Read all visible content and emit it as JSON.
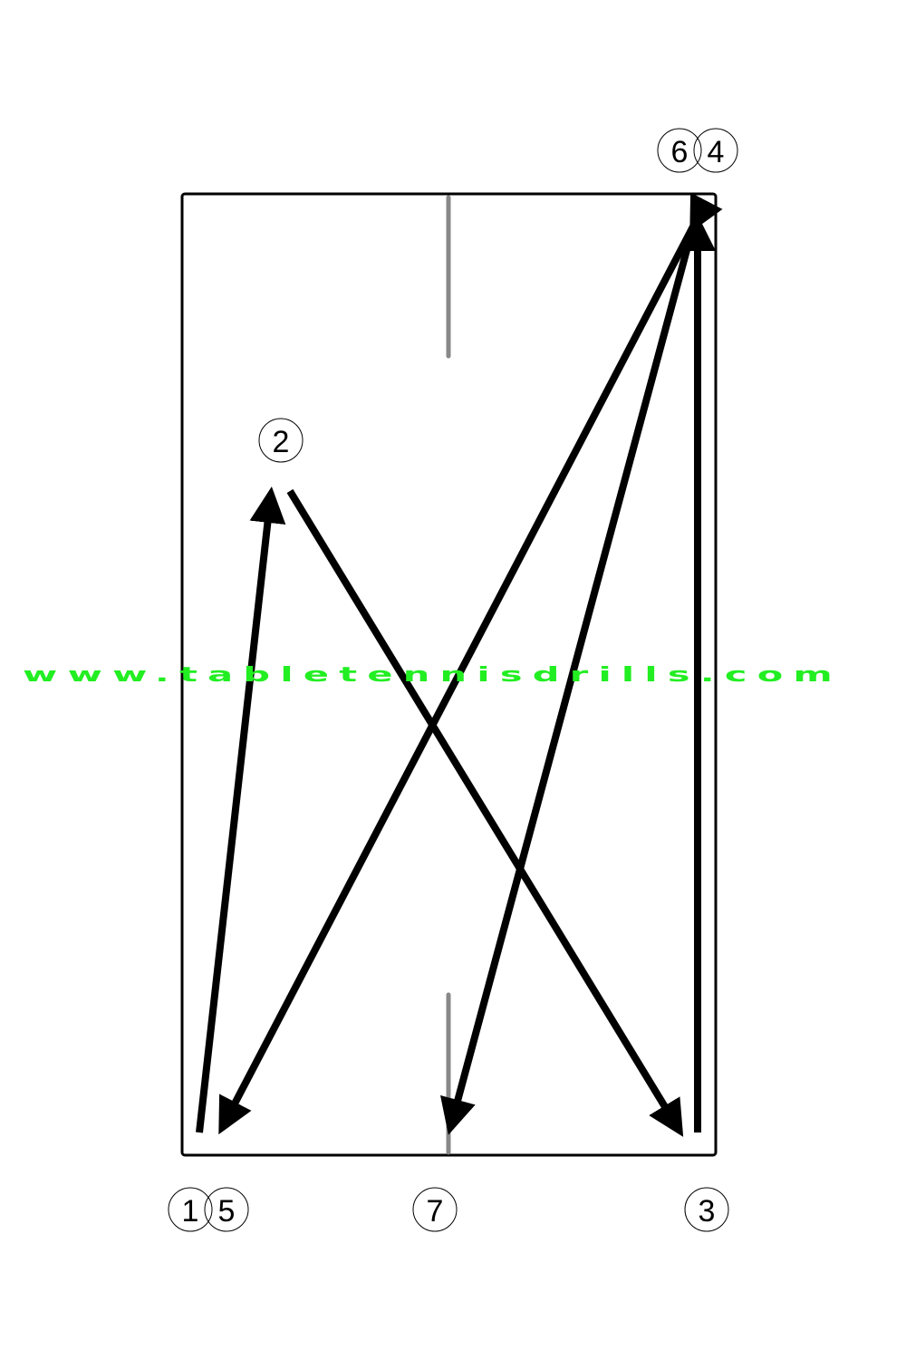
{
  "diagram": {
    "watermark": "www.tabletennisdrills.com",
    "colors": {
      "line": "#000000",
      "net": "#888888",
      "watermark": "#22ee22"
    },
    "positions": [
      {
        "label": "1"
      },
      {
        "label": "2"
      },
      {
        "label": "3"
      },
      {
        "label": "4"
      },
      {
        "label": "5"
      },
      {
        "label": "6"
      },
      {
        "label": "7"
      }
    ],
    "sequence": [
      {
        "from": "1",
        "to": "2"
      },
      {
        "from": "2",
        "to": "3"
      },
      {
        "from": "3",
        "to": "4"
      },
      {
        "from": "4",
        "to": "5"
      },
      {
        "from": "5",
        "to": "6"
      },
      {
        "from": "6",
        "to": "7"
      }
    ]
  }
}
